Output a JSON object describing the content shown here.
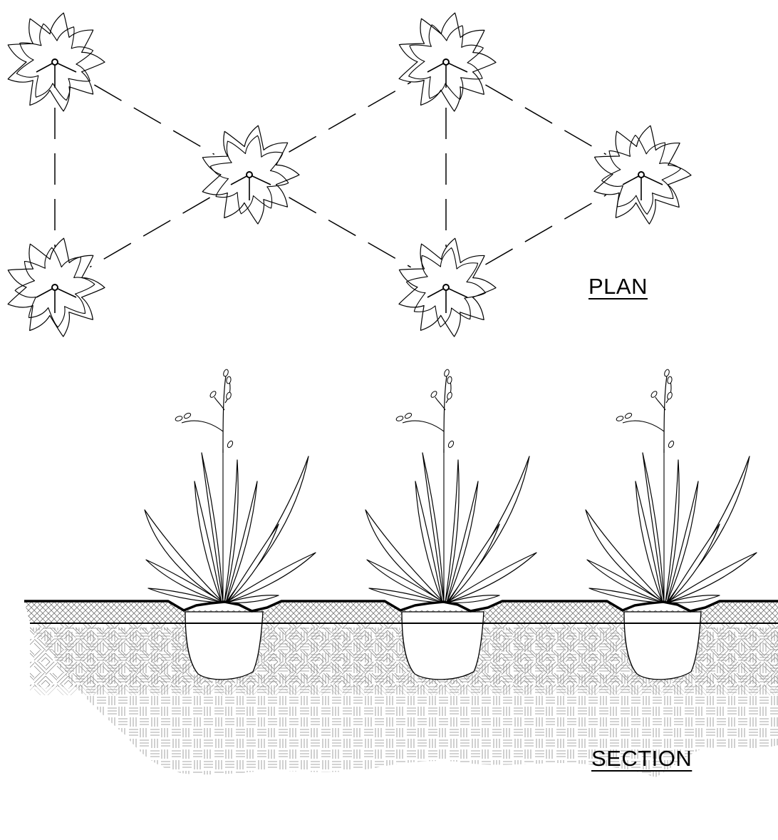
{
  "labels": {
    "plan": "PLAN",
    "section": "SECTION"
  },
  "plan": {
    "plant_count": 6,
    "icon": "star-leaf-plant-symbol"
  },
  "section": {
    "plant_count": 3,
    "icon": "flowering-perennial-elevation",
    "layers": [
      "mulch",
      "planting-soil",
      "subgrade"
    ]
  },
  "colors": {
    "line": "#000000",
    "hatch": "#8a8a8a",
    "background": "#ffffff"
  }
}
